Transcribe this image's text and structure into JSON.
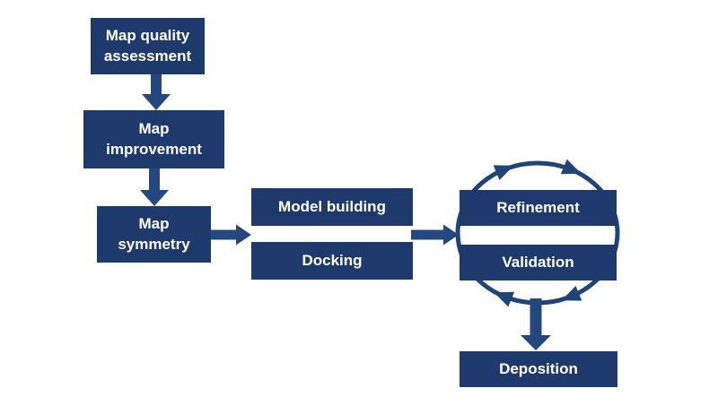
{
  "colors": {
    "node_fill": "#1e3a6c",
    "arrow_fill": "#24487e",
    "cycle_stroke": "#1f4478",
    "label_text": "#ffffff",
    "background": "#ffffff"
  },
  "nodes": {
    "map_quality_assessment": {
      "label": "Map quality\nassessment"
    },
    "map_improvement": {
      "label": "Map\nimprovement"
    },
    "map_symmetry": {
      "label": "Map\nsymmetry"
    },
    "model_building": {
      "label": "Model building"
    },
    "docking": {
      "label": "Docking"
    },
    "refinement": {
      "label": "Refinement"
    },
    "validation": {
      "label": "Validation"
    },
    "deposition": {
      "label": "Deposition"
    }
  },
  "edges": [
    {
      "from": "map_quality_assessment",
      "to": "map_improvement",
      "type": "arrow-down"
    },
    {
      "from": "map_improvement",
      "to": "map_symmetry",
      "type": "arrow-down"
    },
    {
      "from": "map_symmetry",
      "to": "model_building / docking",
      "type": "arrow-right"
    },
    {
      "from": "model_building / docking",
      "to": "refinement / validation",
      "type": "arrow-right"
    },
    {
      "between": [
        "refinement",
        "validation"
      ],
      "type": "clockwise-cycle"
    },
    {
      "from": "refinement / validation",
      "to": "deposition",
      "type": "arrow-down"
    }
  ]
}
